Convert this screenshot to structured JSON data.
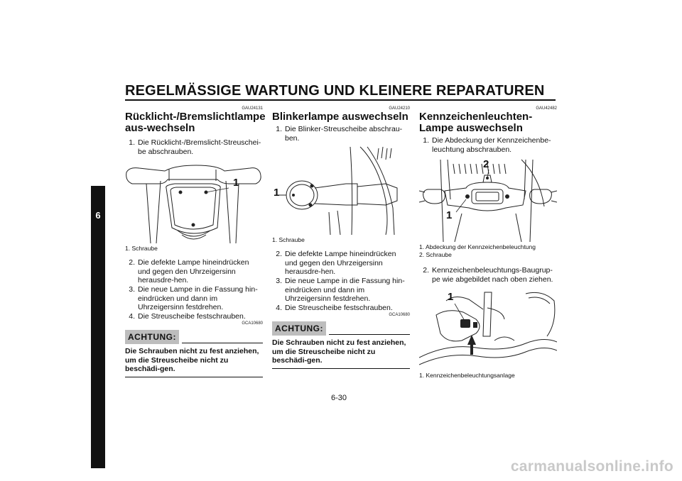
{
  "header": {
    "title": "REGELMÄSSIGE WARTUNG UND KLEINERE REPARATUREN"
  },
  "chapter_tab": "6",
  "page_number": "6-30",
  "watermark": "carmanualsonline.info",
  "col1": {
    "code": "GAU24131",
    "heading": "Rücklicht-/Bremslichtlampe aus-wechseln",
    "steps": [
      {
        "num": "1.",
        "text": "Die Rücklicht-/Bremslicht-Streuschei-be abschrauben."
      },
      {
        "num": "2.",
        "text": "Die defekte Lampe hineindrücken und gegen den Uhrzeigersinn herausdre-hen."
      },
      {
        "num": "3.",
        "text": "Die neue Lampe in die Fassung hin-eindrücken und dann im Uhrzeigersinn festdrehen."
      },
      {
        "num": "4.",
        "text": "Die Streuscheibe festschrauben."
      }
    ],
    "figure_label": "1",
    "caption": "1. Schraube",
    "achtung_code": "GCA10680",
    "achtung_label": "ACHTUNG:",
    "achtung_text": "Die Schrauben nicht zu fest anziehen, um die Streuscheibe nicht zu beschädi-gen."
  },
  "col2": {
    "code": "GAU24210",
    "heading": "Blinkerlampe auswechseln",
    "steps": [
      {
        "num": "1.",
        "text": "Die Blinker-Streuscheibe abschrau-ben."
      },
      {
        "num": "2.",
        "text": "Die defekte Lampe hineindrücken und gegen den Uhrzeigersinn herausdre-hen."
      },
      {
        "num": "3.",
        "text": "Die neue Lampe in die Fassung hin-eindrücken und dann im Uhrzeigersinn festdrehen."
      },
      {
        "num": "4.",
        "text": "Die Streuscheibe festschrauben."
      }
    ],
    "figure_label": "1",
    "caption": "1. Schraube",
    "achtung_code": "GCA10680",
    "achtung_label": "ACHTUNG:",
    "achtung_text": "Die Schrauben nicht zu fest anziehen, um die Streuscheibe nicht zu beschädi-gen."
  },
  "col3": {
    "code": "GAU42482",
    "heading": "Kennzeichenleuchten-Lampe auswechseln",
    "steps": [
      {
        "num": "1.",
        "text": "Die Abdeckung der Kennzeichenbe-leuchtung abschrauben."
      },
      {
        "num": "2.",
        "text": "Kennzeichenbeleuchtungs-Baugrup-pe wie abgebildet nach oben ziehen."
      }
    ],
    "figure1_labels": [
      "1",
      "2"
    ],
    "captions1": [
      "1. Abdeckung der Kennzeichenbeleuchtung",
      "2. Schraube"
    ],
    "figure2_label": "1",
    "caption2": "1. Kennzeichenbeleuchtungsanlage"
  }
}
